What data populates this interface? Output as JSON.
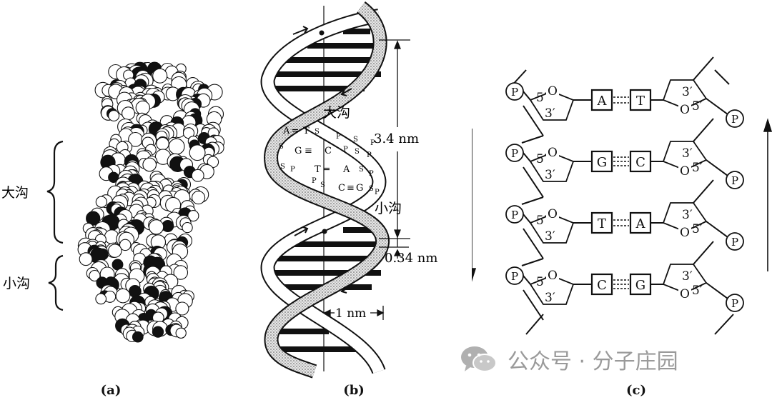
{
  "panel_a": {
    "caption": "(a)",
    "major_groove_label": "大沟",
    "minor_groove_label": "小沟"
  },
  "panel_b": {
    "caption": "(b)",
    "major_groove_label": "大沟",
    "minor_groove_label": "小沟",
    "pitch_label": "3.4 nm",
    "rise_label": "0.34 nm",
    "radius_label": "1 nm",
    "pair_rows": [
      {
        "left": "A",
        "bond": "═",
        "right": "T",
        "s1": "S",
        "p1": "P",
        "s2": "S",
        "p2": "P"
      },
      {
        "left": "G",
        "bond": "≡",
        "right": "C",
        "s1": "S",
        "p1": "P",
        "s2": "S",
        "p2": "P"
      },
      {
        "left": "T",
        "bond": "═",
        "right": "A",
        "s1": "S",
        "p1": "P",
        "s2": "S",
        "p2": "P"
      },
      {
        "left": "C",
        "bond": "≡",
        "right": "G",
        "s1": "S",
        "p1": "P",
        "s2": "S",
        "p2": "P"
      }
    ]
  },
  "panel_c": {
    "caption": "(c)",
    "phosphate": "P",
    "five_prime": "5′",
    "three_prime": "3′",
    "ring_oxygen": "O",
    "base_pairs": [
      {
        "left": "A",
        "right": "T"
      },
      {
        "left": "G",
        "right": "C"
      },
      {
        "left": "T",
        "right": "A"
      },
      {
        "left": "C",
        "right": "G"
      }
    ]
  },
  "watermark": {
    "text": "公众号 · 分子庄园",
    "icon": "wechat-icon"
  }
}
